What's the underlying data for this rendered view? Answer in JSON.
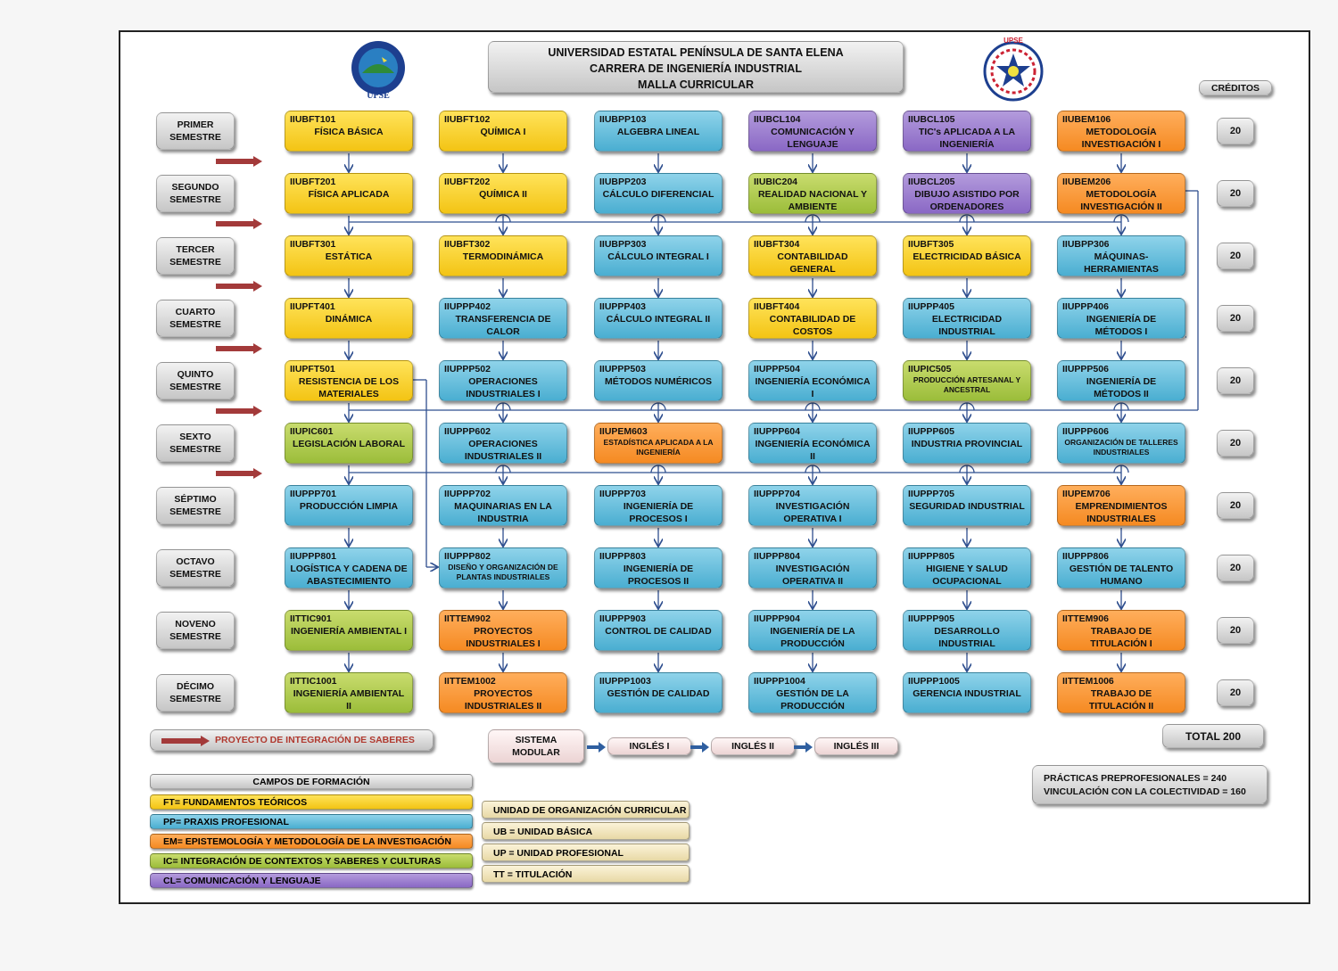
{
  "header": {
    "line1": "UNIVERSIDAD ESTATAL PENÍNSULA DE SANTA ELENA",
    "line2": "CARRERA DE INGENIERÍA INDUSTRIAL",
    "line3": "MALLA CURRICULAR",
    "logo_left_text": "UPSE",
    "logo_right_text": "UPSE"
  },
  "credits_header": "CRÉDITOS",
  "semesters": [
    {
      "l1": "PRIMER",
      "l2": "SEMESTRE",
      "credits": "20"
    },
    {
      "l1": "SEGUNDO",
      "l2": "SEMESTRE",
      "credits": "20"
    },
    {
      "l1": "TERCER",
      "l2": "SEMESTRE",
      "credits": "20"
    },
    {
      "l1": "CUARTO",
      "l2": "SEMESTRE",
      "credits": "20"
    },
    {
      "l1": "QUINTO",
      "l2": "SEMESTRE",
      "credits": "20"
    },
    {
      "l1": "SEXTO",
      "l2": "SEMESTRE",
      "credits": "20"
    },
    {
      "l1": "SÉPTIMO",
      "l2": "SEMESTRE",
      "credits": "20"
    },
    {
      "l1": "OCTAVO",
      "l2": "SEMESTRE",
      "credits": "20"
    },
    {
      "l1": "NOVENO",
      "l2": "SEMESTRE",
      "credits": "20"
    },
    {
      "l1": "DÉCIMO",
      "l2": "SEMESTRE",
      "credits": "20"
    }
  ],
  "courses": [
    [
      {
        "code": "IIUBFT101",
        "name": "FÍSICA BÁSICA",
        "color": "ft"
      },
      {
        "code": "IIUBFT102",
        "name": "QUÍMICA I",
        "color": "ft"
      },
      {
        "code": "IIUBPP103",
        "name": "ALGEBRA LINEAL",
        "color": "pp"
      },
      {
        "code": "IIUBCL104",
        "name": "COMUNICACIÓN Y LENGUAJE",
        "color": "cl"
      },
      {
        "code": "IIUBCL105",
        "name": "TIC's APLICADA A LA INGENIERÍA",
        "color": "cl"
      },
      {
        "code": "IIUBEM106",
        "name": "METODOLOGÍA INVESTIGACIÓN I",
        "color": "em"
      }
    ],
    [
      {
        "code": "IIUBFT201",
        "name": "FÍSICA APLICADA",
        "color": "ft"
      },
      {
        "code": "IIUBFT202",
        "name": "QUÍMICA II",
        "color": "ft"
      },
      {
        "code": "IIUBPP203",
        "name": "CÁLCULO DIFERENCIAL",
        "color": "pp"
      },
      {
        "code": "IIUBIC204",
        "name": "REALIDAD NACIONAL Y AMBIENTE",
        "color": "ic"
      },
      {
        "code": "IIUBCL205",
        "name": "DIBUJO ASISTIDO POR ORDENADORES",
        "color": "cl"
      },
      {
        "code": "IIUBEM206",
        "name": "METODOLOGÍA INVESTIGACIÓN II",
        "color": "em"
      }
    ],
    [
      {
        "code": "IIUBFT301",
        "name": "ESTÁTICA",
        "color": "ft"
      },
      {
        "code": "IIUBFT302",
        "name": "TERMODINÁMICA",
        "color": "ft"
      },
      {
        "code": "IIUBPP303",
        "name": "CÁLCULO INTEGRAL I",
        "color": "pp"
      },
      {
        "code": "IIUBFT304",
        "name": "CONTABILIDAD GENERAL",
        "color": "ft"
      },
      {
        "code": "IIUBFT305",
        "name": "ELECTRICIDAD BÁSICA",
        "color": "ft"
      },
      {
        "code": "IIUBPP306",
        "name": "MÁQUINAS-HERRAMIENTAS",
        "color": "pp"
      }
    ],
    [
      {
        "code": "IIUPFT401",
        "name": "DINÁMICA",
        "color": "ft"
      },
      {
        "code": "IIUPPP402",
        "name": "TRANSFERENCIA DE CALOR",
        "color": "pp"
      },
      {
        "code": "IIUPPP403",
        "name": "CÁLCULO INTEGRAL II",
        "color": "pp"
      },
      {
        "code": "IIUBFT404",
        "name": "CONTABILIDAD DE COSTOS",
        "color": "ft"
      },
      {
        "code": "IIUPPP405",
        "name": "ELECTRICIDAD INDUSTRIAL",
        "color": "pp"
      },
      {
        "code": "IIUPPP406",
        "name": "INGENIERÍA DE MÉTODOS I",
        "color": "pp"
      }
    ],
    [
      {
        "code": "IIUPFT501",
        "name": "RESISTENCIA DE LOS MATERIALES",
        "color": "ft"
      },
      {
        "code": "IIUPPP502",
        "name": "OPERACIONES INDUSTRIALES I",
        "color": "pp"
      },
      {
        "code": "IIUPPP503",
        "name": "MÉTODOS NUMÉRICOS",
        "color": "pp"
      },
      {
        "code": "IIUPPP504",
        "name": "INGENIERÍA ECONÓMICA I",
        "color": "pp"
      },
      {
        "code": "IIUPIC505",
        "name": "PRODUCCIÓN ARTESANAL Y ANCESTRAL",
        "color": "ic",
        "small": true
      },
      {
        "code": "IIUPPP506",
        "name": "INGENIERÍA DE MÉTODOS II",
        "color": "pp"
      }
    ],
    [
      {
        "code": "IIUPIC601",
        "name": "LEGISLACIÓN LABORAL",
        "color": "ic"
      },
      {
        "code": "IIUPPP602",
        "name": "OPERACIONES INDUSTRIALES II",
        "color": "pp"
      },
      {
        "code": "IIUPEM603",
        "name": "ESTADÍSTICA APLICADA A LA INGENIERÍA",
        "color": "em",
        "small": true
      },
      {
        "code": "IIUPPP604",
        "name": "INGENIERÍA ECONÓMICA II",
        "color": "pp"
      },
      {
        "code": "IIUPPP605",
        "name": "INDUSTRIA PROVINCIAL",
        "color": "pp"
      },
      {
        "code": "IIUPPP606",
        "name": "ORGANIZACIÓN DE TALLERES INDUSTRIALES",
        "color": "pp",
        "small": true
      }
    ],
    [
      {
        "code": "IIUPPP701",
        "name": "PRODUCCIÓN LIMPIA",
        "color": "pp"
      },
      {
        "code": "IIUPPP702",
        "name": "MAQUINARIAS EN LA INDUSTRIA",
        "color": "pp"
      },
      {
        "code": "IIUPPP703",
        "name": "INGENIERÍA DE PROCESOS I",
        "color": "pp"
      },
      {
        "code": "IIUPPP704",
        "name": "INVESTIGACIÓN OPERATIVA I",
        "color": "pp"
      },
      {
        "code": "IIUPPP705",
        "name": "SEGURIDAD INDUSTRIAL",
        "color": "pp"
      },
      {
        "code": "IIUPEM706",
        "name": "EMPRENDIMIENTOS INDUSTRIALES",
        "color": "em"
      }
    ],
    [
      {
        "code": "IIUPPP801",
        "name": "LOGÍSTICA Y CADENA DE ABASTECIMIENTO",
        "color": "pp"
      },
      {
        "code": "IIUPPP802",
        "name": "DISEÑO Y ORGANIZACIÓN DE PLANTAS INDUSTRIALES",
        "color": "pp",
        "small": true
      },
      {
        "code": "IIUPPP803",
        "name": "INGENIERÍA DE PROCESOS II",
        "color": "pp"
      },
      {
        "code": "IIUPPP804",
        "name": "INVESTIGACIÓN OPERATIVA II",
        "color": "pp"
      },
      {
        "code": "IIUPPP805",
        "name": "HIGIENE Y SALUD OCUPACIONAL",
        "color": "pp"
      },
      {
        "code": "IIUPPP806",
        "name": "GESTIÓN DE TALENTO HUMANO",
        "color": "pp"
      }
    ],
    [
      {
        "code": "IITTIC901",
        "name": "INGENIERÍA AMBIENTAL I",
        "color": "ic"
      },
      {
        "code": "IITTEM902",
        "name": "PROYECTOS INDUSTRIALES I",
        "color": "em"
      },
      {
        "code": "IIUPPP903",
        "name": "CONTROL DE CALIDAD",
        "color": "pp"
      },
      {
        "code": "IIUPPP904",
        "name": "INGENIERÍA DE LA PRODUCCIÓN",
        "color": "pp"
      },
      {
        "code": "IIUPPP905",
        "name": "DESARROLLO INDUSTRIAL",
        "color": "pp"
      },
      {
        "code": "IITTEM906",
        "name": "TRABAJO DE TITULACIÓN I",
        "color": "em"
      }
    ],
    [
      {
        "code": "IITTIC1001",
        "name": "INGENIERÍA AMBIENTAL II",
        "color": "ic"
      },
      {
        "code": "IITTEM1002",
        "name": "PROYECTOS INDUSTRIALES II",
        "color": "em"
      },
      {
        "code": "IIUPPP1003",
        "name": "GESTIÓN DE CALIDAD",
        "color": "pp"
      },
      {
        "code": "IIUPPP1004",
        "name": "GESTIÓN DE LA PRODUCCIÓN",
        "color": "pp"
      },
      {
        "code": "IIUPPP1005",
        "name": "GERENCIA INDUSTRIAL",
        "color": "pp"
      },
      {
        "code": "IITTEM1006",
        "name": "TRABAJO DE TITULACIÓN II",
        "color": "em"
      }
    ]
  ],
  "proyecto_label": "PROYECTO DE INTEGRACIÓN DE SABERES",
  "modular": {
    "label_l1": "SISTEMA",
    "label_l2": "MODULAR",
    "items": [
      "INGLÉS I",
      "INGLÉS  II",
      "INGLÉS III"
    ]
  },
  "total_label": "TOTAL 200",
  "practicas_l1": "PRÁCTICAS PREPROFESIONALES = 240",
  "practicas_l2": "VINCULACIÓN CON LA COLECTIVIDAD = 160",
  "campos": {
    "title": "CAMPOS DE FORMACIÓN",
    "items": [
      {
        "text": "FT= FUNDAMENTOS TEÓRICOS",
        "color": "ft"
      },
      {
        "text": "PP= PRAXIS PROFESIONAL",
        "color": "pp"
      },
      {
        "text": "EM= EPISTEMOLOGÍA Y METODOLOGÍA DE LA INVESTIGACIÓN",
        "color": "em"
      },
      {
        "text": "IC= INTEGRACIÓN DE CONTEXTOS Y SABERES  Y CULTURAS",
        "color": "ic"
      },
      {
        "text": "CL= COMUNICACIÓN Y LENGUAJE",
        "color": "cl"
      }
    ]
  },
  "unidades": {
    "title": "UNIDAD DE ORGANIZACIÓN CURRICULAR",
    "items": [
      "UB = UNIDAD  BÁSICA",
      "UP = UNIDAD PROFESIONAL",
      "TT = TITULACIÓN"
    ]
  },
  "colors": {
    "ft": "#f5c518",
    "pp": "#4aaed1",
    "em": "#f58a22",
    "ic": "#9bbd3a",
    "cl": "#8a68c5",
    "arrow_red": "#a33a3a",
    "arrow_blue": "#2f4f8f"
  }
}
